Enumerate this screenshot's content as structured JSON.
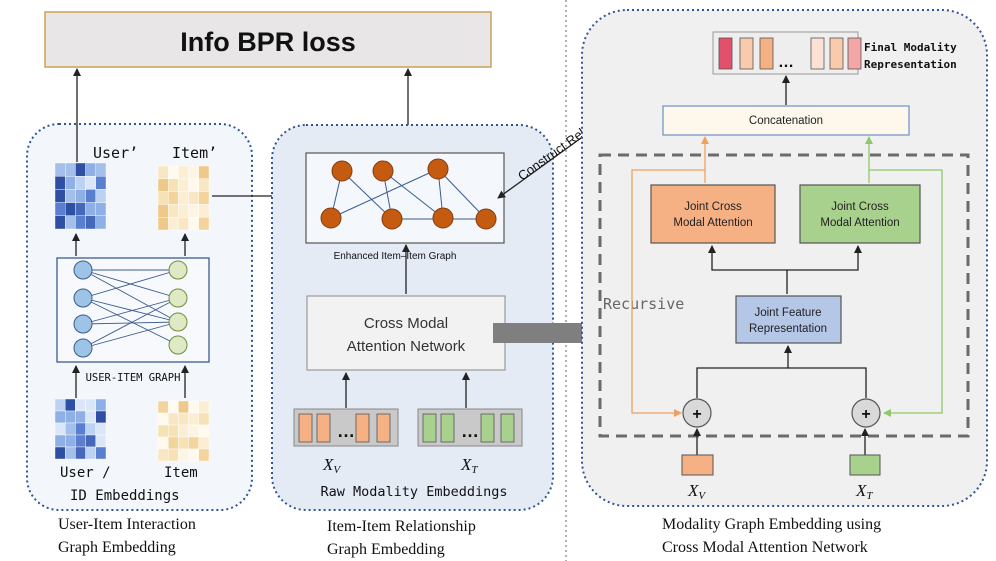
{
  "title_box": "Info BPR loss",
  "left": {
    "user_prime": "User’",
    "item_prime": "Item’",
    "graph_label": "USER-ITEM GRAPH",
    "user_label": "User /",
    "item_label": "Item",
    "id_embeddings": "ID Embeddings",
    "caption_line1": "User-Item Interaction",
    "caption_line2": "Graph Embedding"
  },
  "middle": {
    "enhanced_graph": "Enhanced Item–Item Graph",
    "cman_line1": "Cross Modal",
    "cman_line2": "Attention Network",
    "dots": "…",
    "xv": "X",
    "xv_sub": "V",
    "xt": "X",
    "xt_sub": "T",
    "raw_embeddings": "Raw Modality Embeddings",
    "caption_line1": "Item-Item Relationship",
    "caption_line2": "Graph Embedding"
  },
  "construct_label": "Construct Relationship Graph",
  "right": {
    "final_line1": "Final Modality",
    "final_line2": "Representation",
    "dots": "…",
    "concat": "Concatenation",
    "jca_line1": "Joint Cross",
    "jca_line2": "Modal Attention",
    "jfr_line1": "Joint Feature",
    "jfr_line2": "Representation",
    "recursive": "Recursive",
    "plus": "+",
    "xv": "X",
    "xv_sub": "V",
    "xt": "X",
    "xt_sub": "T",
    "caption_line1": "Modality Graph Embedding using",
    "caption_line2": "Cross Modal Attention Network"
  },
  "colors": {
    "orange": "#f5b183",
    "orange_line": "#f0a060",
    "green": "#a9d18e",
    "green_line": "#8fc86a",
    "blue_box": "#b4c7e7",
    "node_brown": "#c55a11",
    "panel_blue": "#e4ebf5",
    "panel_gray": "#f0f0f0"
  }
}
